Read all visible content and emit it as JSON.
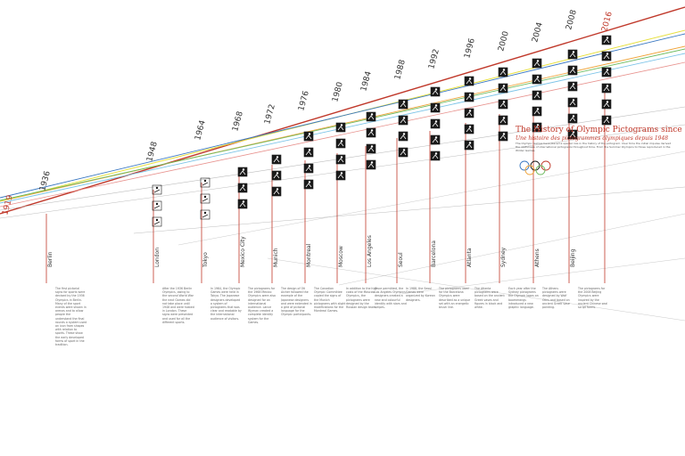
{
  "title": "The History of Olympic Pictograms since 1948",
  "subtitle": "Une histoire des pictogrammes olympiques depuis 1948",
  "intro": "The Olympic Games have placed a special role in the history of the pictogram. Over time the initial impulse derived the usefulness of international pictograms throughout time. From the Summer Olympics to those reproduced in the Winter Games.",
  "colors": {
    "red": "#c0392b",
    "pink": "#e8938f",
    "orange": "#f0a43a",
    "yellow": "#e6df3c",
    "green": "#6dbb5e",
    "lightblue": "#7cc4e8",
    "blue": "#3a78c2",
    "grey": "#bdbdbd"
  },
  "year_labels": [
    {
      "text": "1936",
      "red": false
    },
    {
      "text": "1948",
      "red": false
    },
    {
      "text": "1964",
      "red": false
    },
    {
      "text": "1968",
      "red": false
    },
    {
      "text": "1972",
      "red": false
    },
    {
      "text": "1976",
      "red": false
    },
    {
      "text": "1980",
      "red": false
    },
    {
      "text": "1984",
      "red": false
    },
    {
      "text": "1988",
      "red": false
    },
    {
      "text": "1992",
      "red": false
    },
    {
      "text": "1996",
      "red": false
    },
    {
      "text": "2000",
      "red": false
    },
    {
      "text": "2004",
      "red": false
    },
    {
      "text": "2008",
      "red": false
    },
    {
      "text": "2016",
      "red": true
    },
    {
      "text": "1919",
      "red": true
    }
  ],
  "cities": [
    "Berlin",
    "London",
    "Tokyo",
    "Mexico City",
    "Munich",
    "Montreal",
    "Moscow",
    "Los Angeles",
    "Seoul",
    "Barcelona",
    "Atlanta",
    "Sydney",
    "Athens",
    "Beijing"
  ],
  "columns": [
    "The first pictorial signs for sports were devised by the 1936 Olympics in Berlin. Many of the sport events were shown in arenas and to allow people the understand the final rounds a system used an icon from shapes with relation to sports. These show the early developed forms of sport in the tradition.",
    "After the 1936 Berlin Olympics, owing to the second World War the next Games did not take place until 1948 and were hosted in London. These signs were presented and used for all the different sports.",
    "In 1964, the Olympic Games were held in Tokyo. The Japanese designers developed a system of pictograms that was clear and readable by the international audience of visitors.",
    "The pictograms for the 1968 Mexico Olympics were also designed for an international audience. Lance Wyman created a complete identity system for the Games.",
    "The design of Otl Aicher followed the example of the Japanese designers and were extended in a grid of pictorial language for the Olympic participants.",
    "The Canadian Olympic Committee copied the signs of the Munich pictograms with slight modifications for the Montreal Games.",
    "In addition to the high costs of the Moscow Olympics, the pictograms were designed by the Russian design team.",
    "Once permitted, the Los Angeles Olympics designers created a new and colourful identity with stars and stripes.",
    "In 1988, the Seoul Games were organized by Korean designers.",
    "The pictograms used for the Barcelona Olympics were described as a unique set with an energetic brush line.",
    "The Atlanta pictograms were based on the ancient Greek vases and figures in black and white.",
    "Each year after the Sydney pictograms the Olympic logos on boomerangs introduced a new graphic language.",
    "The Athens pictograms were designed by Wolf Olins and based on ancient Greek vase painting.",
    "The pictograms for the 2008 Beijing Olympics were inspired by the ancient Chinese seal script forms."
  ]
}
